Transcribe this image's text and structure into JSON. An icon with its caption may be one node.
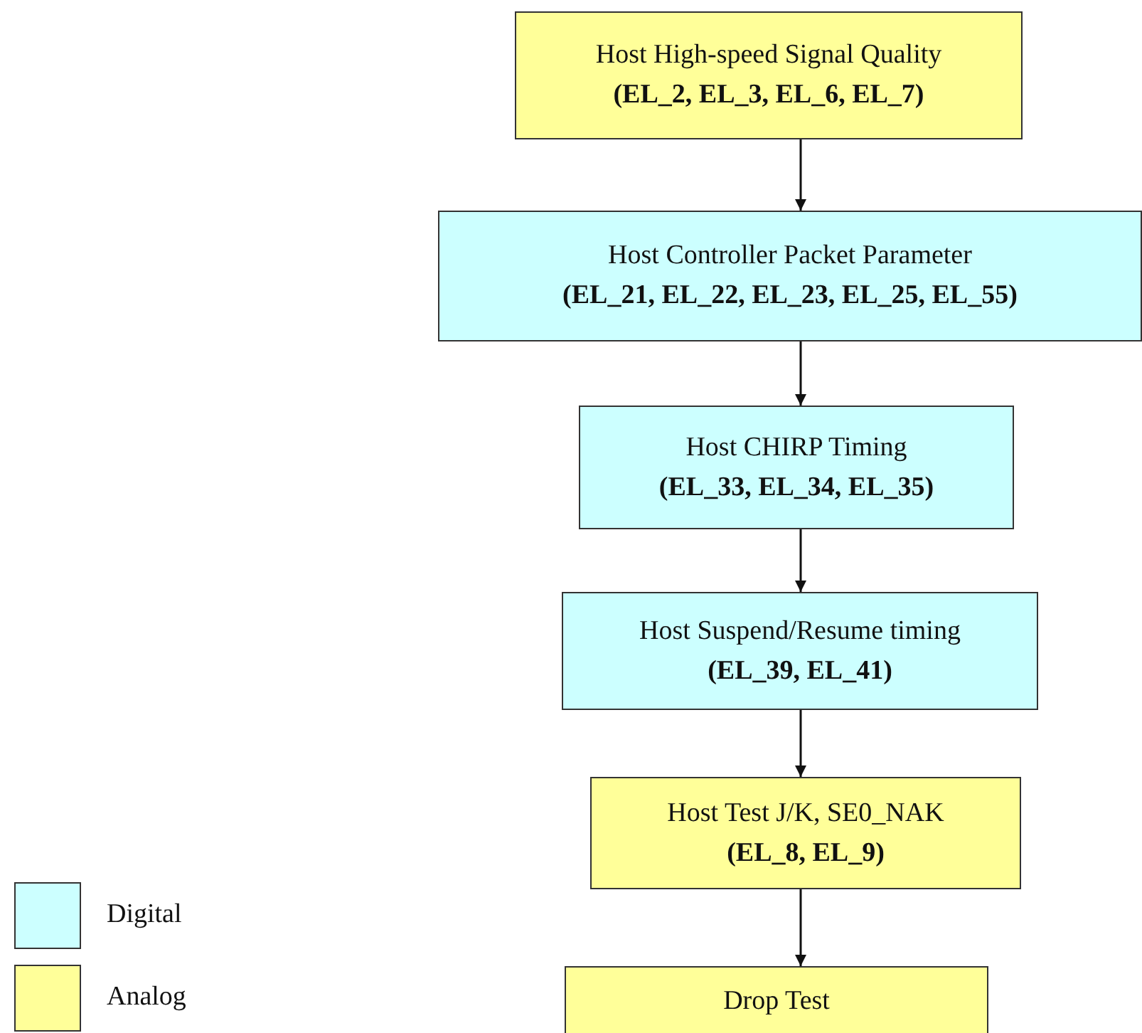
{
  "diagram": {
    "nodes": [
      {
        "text": [
          "Host High-speed Signal Quality",
          "(EL_2, EL_3, EL_6, EL_7)"
        ]
      },
      {
        "text": [
          "Host Controller Packet Parameter",
          "(EL_21, EL_22, EL_23, EL_25, EL_55)"
        ]
      },
      {
        "text": [
          "Host CHIRP Timing",
          "(EL_33, EL_34, EL_35)"
        ]
      },
      {
        "text": [
          "Host Suspend/Resume timing",
          "(EL_39, EL_41)"
        ]
      },
      {
        "text": [
          "Host Test J/K, SE0_NAK",
          "(EL_8, EL_9)"
        ]
      },
      {
        "text": [
          "Drop Test"
        ]
      }
    ],
    "edges": [
      {
        "from": 0,
        "to": 1,
        "arrow": "to"
      },
      {
        "from": 1,
        "to": 2,
        "arrow": "to"
      },
      {
        "from": 2,
        "to": 3,
        "arrow": "to"
      },
      {
        "from": 3,
        "to": 4,
        "arrow": "to"
      },
      {
        "from": 4,
        "to": 5,
        "arrow": "to"
      }
    ],
    "legend": [
      {
        "text": "Digital",
        "color": "#ccffff"
      },
      {
        "text": "Analog",
        "color": "#ffff99"
      }
    ]
  }
}
